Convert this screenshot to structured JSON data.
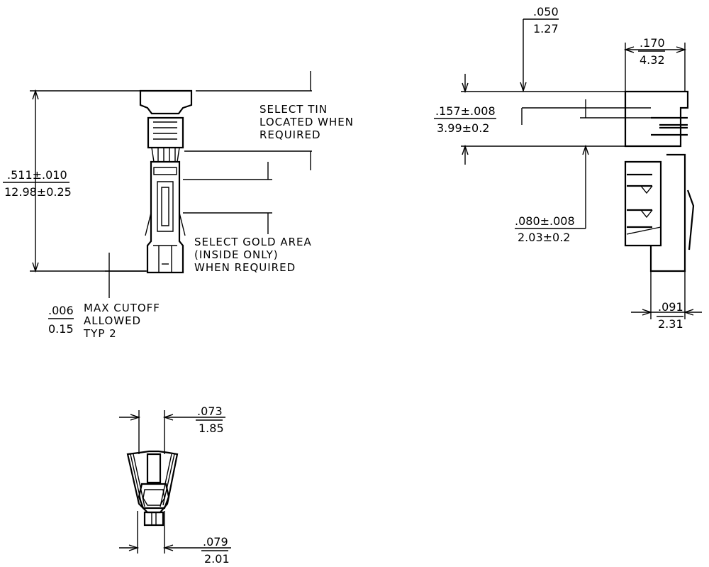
{
  "notes": {
    "tin": [
      "SELECT TIN",
      "LOCATED WHEN",
      "REQUIRED"
    ],
    "gold": [
      "SELECT GOLD AREA",
      "(INSIDE ONLY)",
      "WHEN REQUIRED"
    ],
    "cutoff": [
      "MAX CUTOFF",
      "ALLOWED",
      "TYP 2"
    ]
  },
  "dims": {
    "length_in": ".511±.010",
    "length_mm": "12.98±0.25",
    "cutoff_in": ".006",
    "cutoff_mm": "0.15",
    "pitch_in": ".050",
    "pitch_mm": "1.27",
    "width_in": ".170",
    "width_mm": "4.32",
    "tin_in": ".157±.008",
    "tin_mm": "3.99±0.2",
    "gold_in": ".080±.008",
    "gold_mm": "2.03±0.2",
    "tail_in": ".091",
    "tail_mm": "2.31",
    "top_in": ".073",
    "top_mm": "1.85",
    "bottom_in": ".079",
    "bottom_mm": "2.01"
  },
  "colors": {
    "line": "#000000",
    "background": "#ffffff"
  }
}
